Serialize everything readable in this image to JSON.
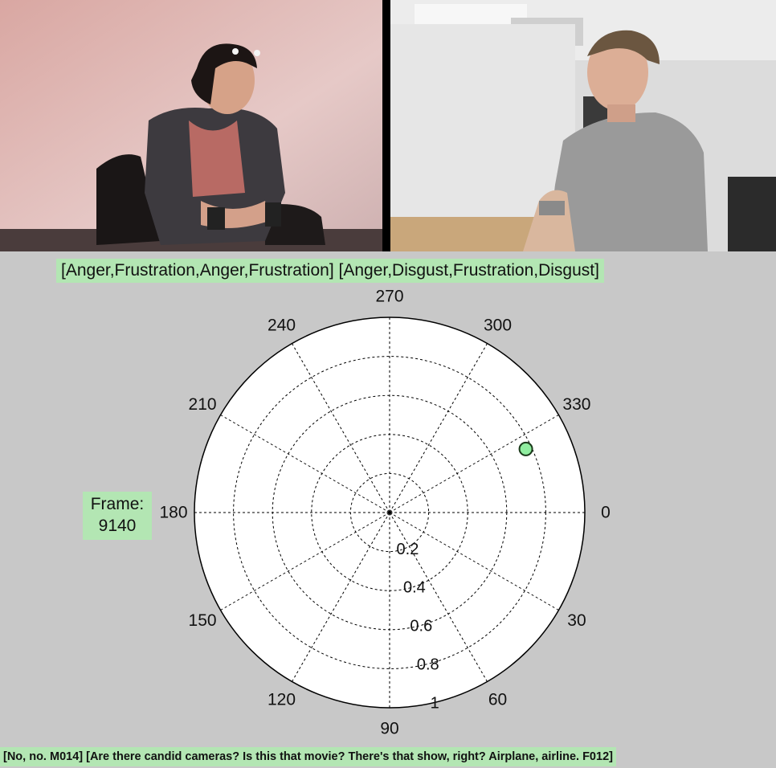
{
  "emotion_title": "[Anger,Frustration,Anger,Frustration] [Anger,Disgust,Frustration,Disgust]",
  "frame": {
    "label": "Frame:",
    "value": "9140"
  },
  "transcript": "[No, no. M014] [Are there candid cameras?  Is this that movie? There's that show, right?  Airplane, airline. F012]",
  "chart_data": {
    "type": "scatter",
    "coordinate_system": "polar",
    "angle_tick_labels": [
      "0",
      "30",
      "60",
      "90",
      "120",
      "150",
      "180",
      "210",
      "240",
      "270",
      "300",
      "330"
    ],
    "radial_tick_labels": [
      "0.2",
      "0.4",
      "0.6",
      "0.8",
      "1"
    ],
    "rlim": [
      0,
      1
    ],
    "grid": true,
    "points": [
      {
        "theta": 335,
        "r": 0.77
      },
      {
        "theta": 0,
        "r": 0.0
      }
    ],
    "colors": {
      "point_fill": "#90eea0",
      "point_edge": "#1a3a1a",
      "grid": "#000000",
      "plot_bg": "#ffffff"
    }
  },
  "videos": [
    {
      "name": "left-speaker-video"
    },
    {
      "name": "right-speaker-video"
    }
  ]
}
